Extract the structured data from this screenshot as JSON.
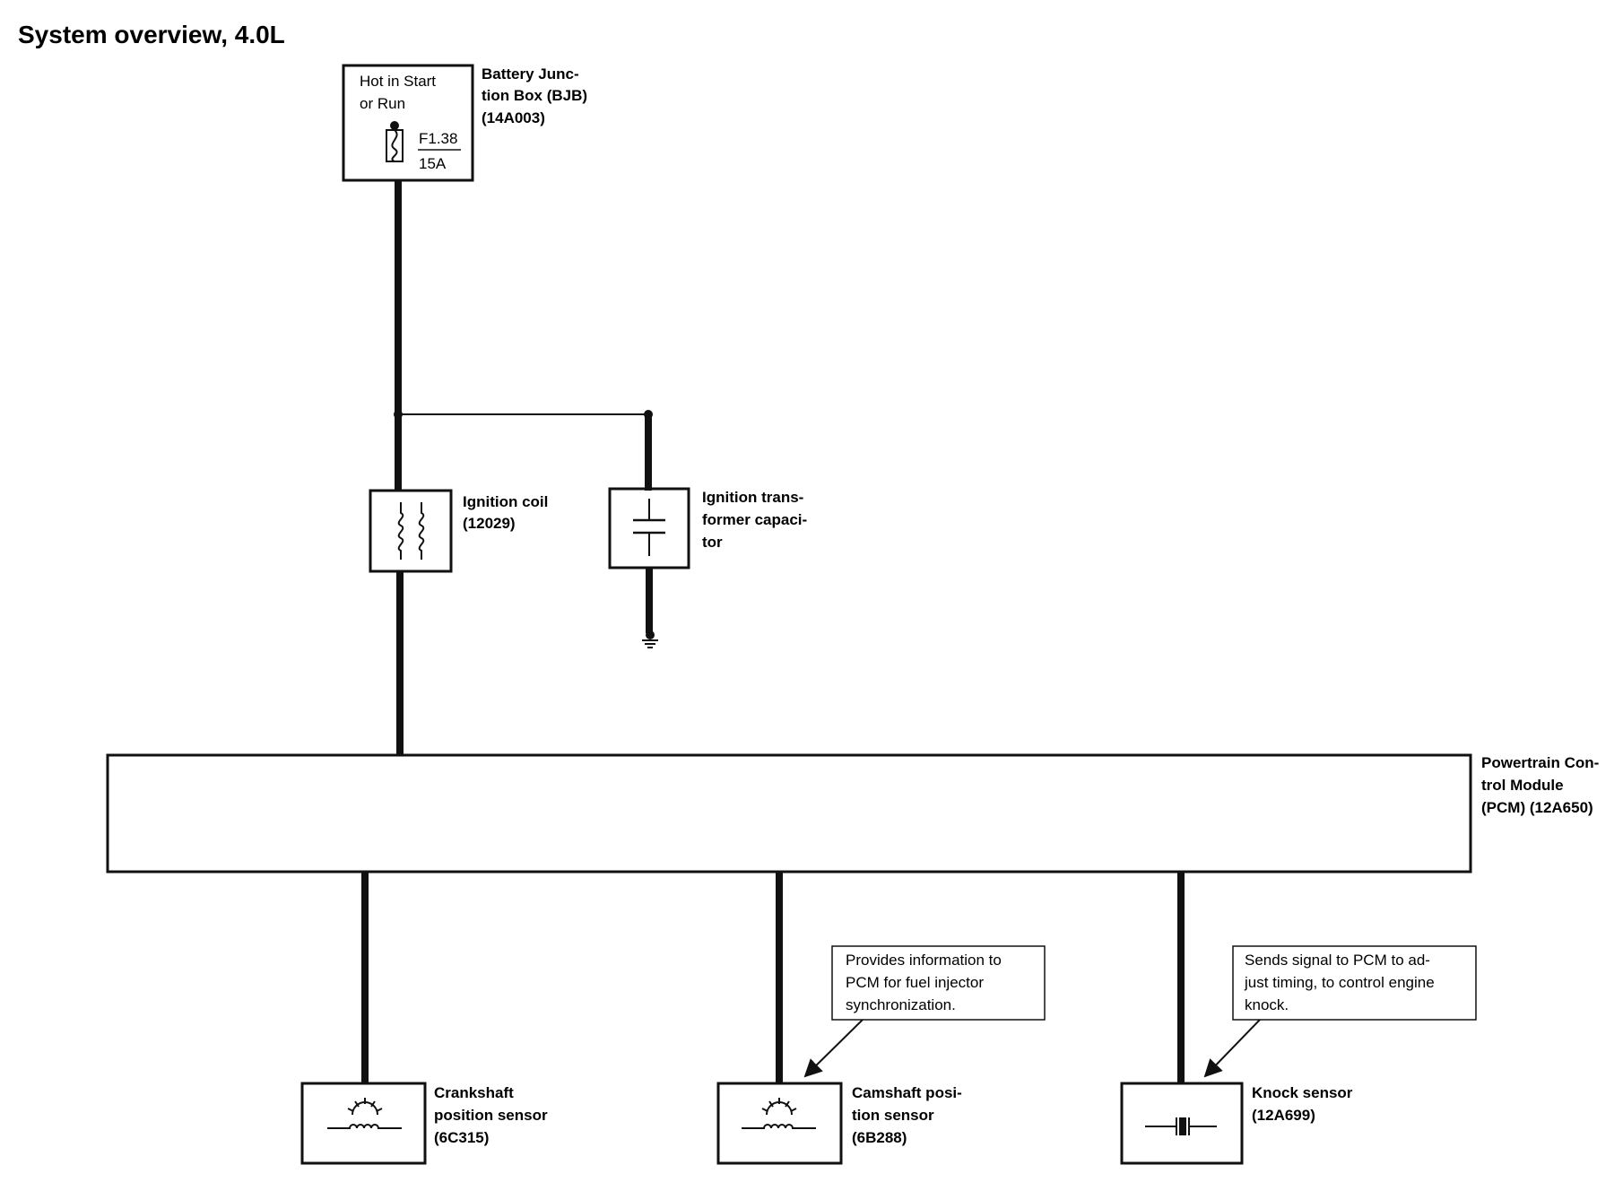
{
  "title": "System overview, 4.0L",
  "bjb": {
    "inner_line1": "Hot in Start",
    "inner_line2": "or Run",
    "fuse_id": "F1.38",
    "fuse_rating": "15A",
    "label_line1": "Battery Junc-",
    "label_line2": "tion Box (BJB)",
    "label_line3": "(14A003)"
  },
  "ignition_coil": {
    "label_line1": "Ignition coil",
    "label_line2": "(12029)"
  },
  "capacitor": {
    "label_line1": "Ignition trans-",
    "label_line2": "former capaci-",
    "label_line3": "tor"
  },
  "pcm": {
    "label_line1": "Powertrain Con-",
    "label_line2": "trol Module",
    "label_line3": "(PCM) (12A650)"
  },
  "crankshaft_sensor": {
    "label_line1": "Crankshaft",
    "label_line2": "position sensor",
    "label_line3": "(6C315)"
  },
  "camshaft_sensor": {
    "label_line1": "Camshaft posi-",
    "label_line2": "tion sensor",
    "label_line3": "(6B288)",
    "note_line1": "Provides information to",
    "note_line2": "PCM for fuel injector",
    "note_line3": "synchronization."
  },
  "knock_sensor": {
    "label_line1": "Knock sensor",
    "label_line2": "(12A699)",
    "note_line1": "Sends signal to PCM to ad-",
    "note_line2": "just timing, to control engine",
    "note_line3": "knock."
  }
}
